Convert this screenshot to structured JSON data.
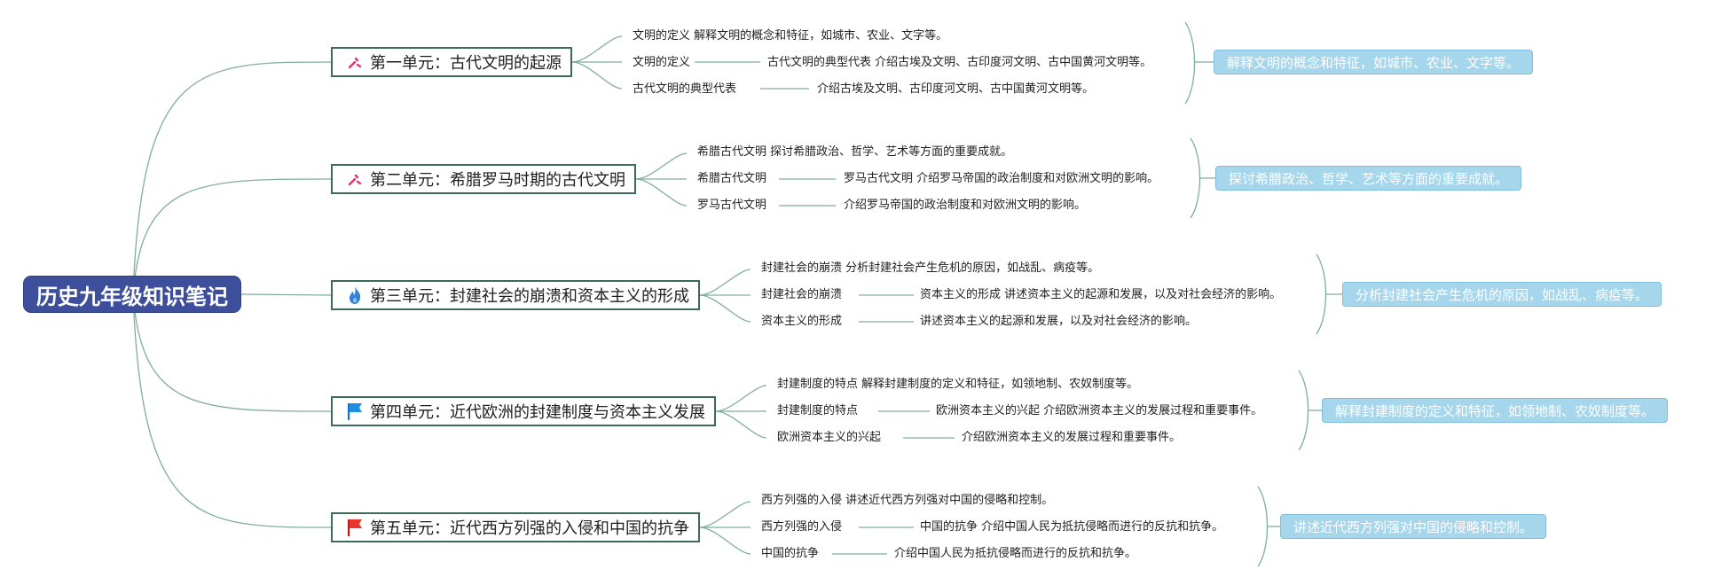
{
  "root": {
    "title": "历史九年级知识笔记"
  },
  "units": [
    {
      "title": "第一单元：古代文明的起源",
      "icon": "sparkle-icon",
      "lines": [
        "文明的定义 解释文明的概念和特征，如城市、农业、文字等。",
        "文明的定义",
        "古代文明的典型代表 介绍古埃及文明、古印度河文明、古中国黄河文明等。",
        "古代文明的典型代表",
        "介绍古埃及文明、古印度河文明、古中国黄河文明等。"
      ],
      "summary": "解释文明的概念和特征，如城市、农业、文字等。"
    },
    {
      "title": "第二单元：希腊罗马时期的古代文明",
      "icon": "sparkle-icon",
      "lines": [
        "希腊古代文明 探讨希腊政治、哲学、艺术等方面的重要成就。",
        "希腊古代文明",
        "罗马古代文明 介绍罗马帝国的政治制度和对欧洲文明的影响。",
        "罗马古代文明",
        "介绍罗马帝国的政治制度和对欧洲文明的影响。"
      ],
      "summary": "探讨希腊政治、哲学、艺术等方面的重要成就。"
    },
    {
      "title": "第三单元：封建社会的崩溃和资本主义的形成",
      "icon": "fire-icon",
      "lines": [
        "封建社会的崩溃 分析封建社会产生危机的原因，如战乱、病疫等。",
        "封建社会的崩溃",
        "资本主义的形成 讲述资本主义的起源和发展，以及对社会经济的影响。",
        "资本主义的形成",
        "讲述资本主义的起源和发展，以及对社会经济的影响。"
      ],
      "summary": "分析封建社会产生危机的原因，如战乱、病疫等。"
    },
    {
      "title": "第四单元：近代欧洲的封建制度与资本主义发展",
      "icon": "blue-flag-icon",
      "lines": [
        "封建制度的特点 解释封建制度的定义和特征，如领地制、农奴制度等。",
        "封建制度的特点",
        "欧洲资本主义的兴起 介绍欧洲资本主义的发展过程和重要事件。",
        "欧洲资本主义的兴起",
        "介绍欧洲资本主义的发展过程和重要事件。"
      ],
      "summary": "解释封建制度的定义和特征，如领地制、农奴制度等。"
    },
    {
      "title": "第五单元：近代西方列强的入侵和中国的抗争",
      "icon": "red-flag-icon",
      "lines": [
        "西方列强的入侵 讲述近代西方列强对中国的侵略和控制。",
        "西方列强的入侵",
        "中国的抗争 介绍中国人民为抵抗侵略而进行的反抗和抗争。",
        "中国的抗争",
        "介绍中国人民为抵抗侵略而进行的反抗和抗争。"
      ],
      "summary": "讲述近代西方列强对中国的侵略和控制。"
    }
  ],
  "colors": {
    "root_bg": "#3d4f9b",
    "unit_border": "#3d6b5a",
    "connector": "#7fae9c",
    "summary_bg": "#a6d6eb"
  }
}
